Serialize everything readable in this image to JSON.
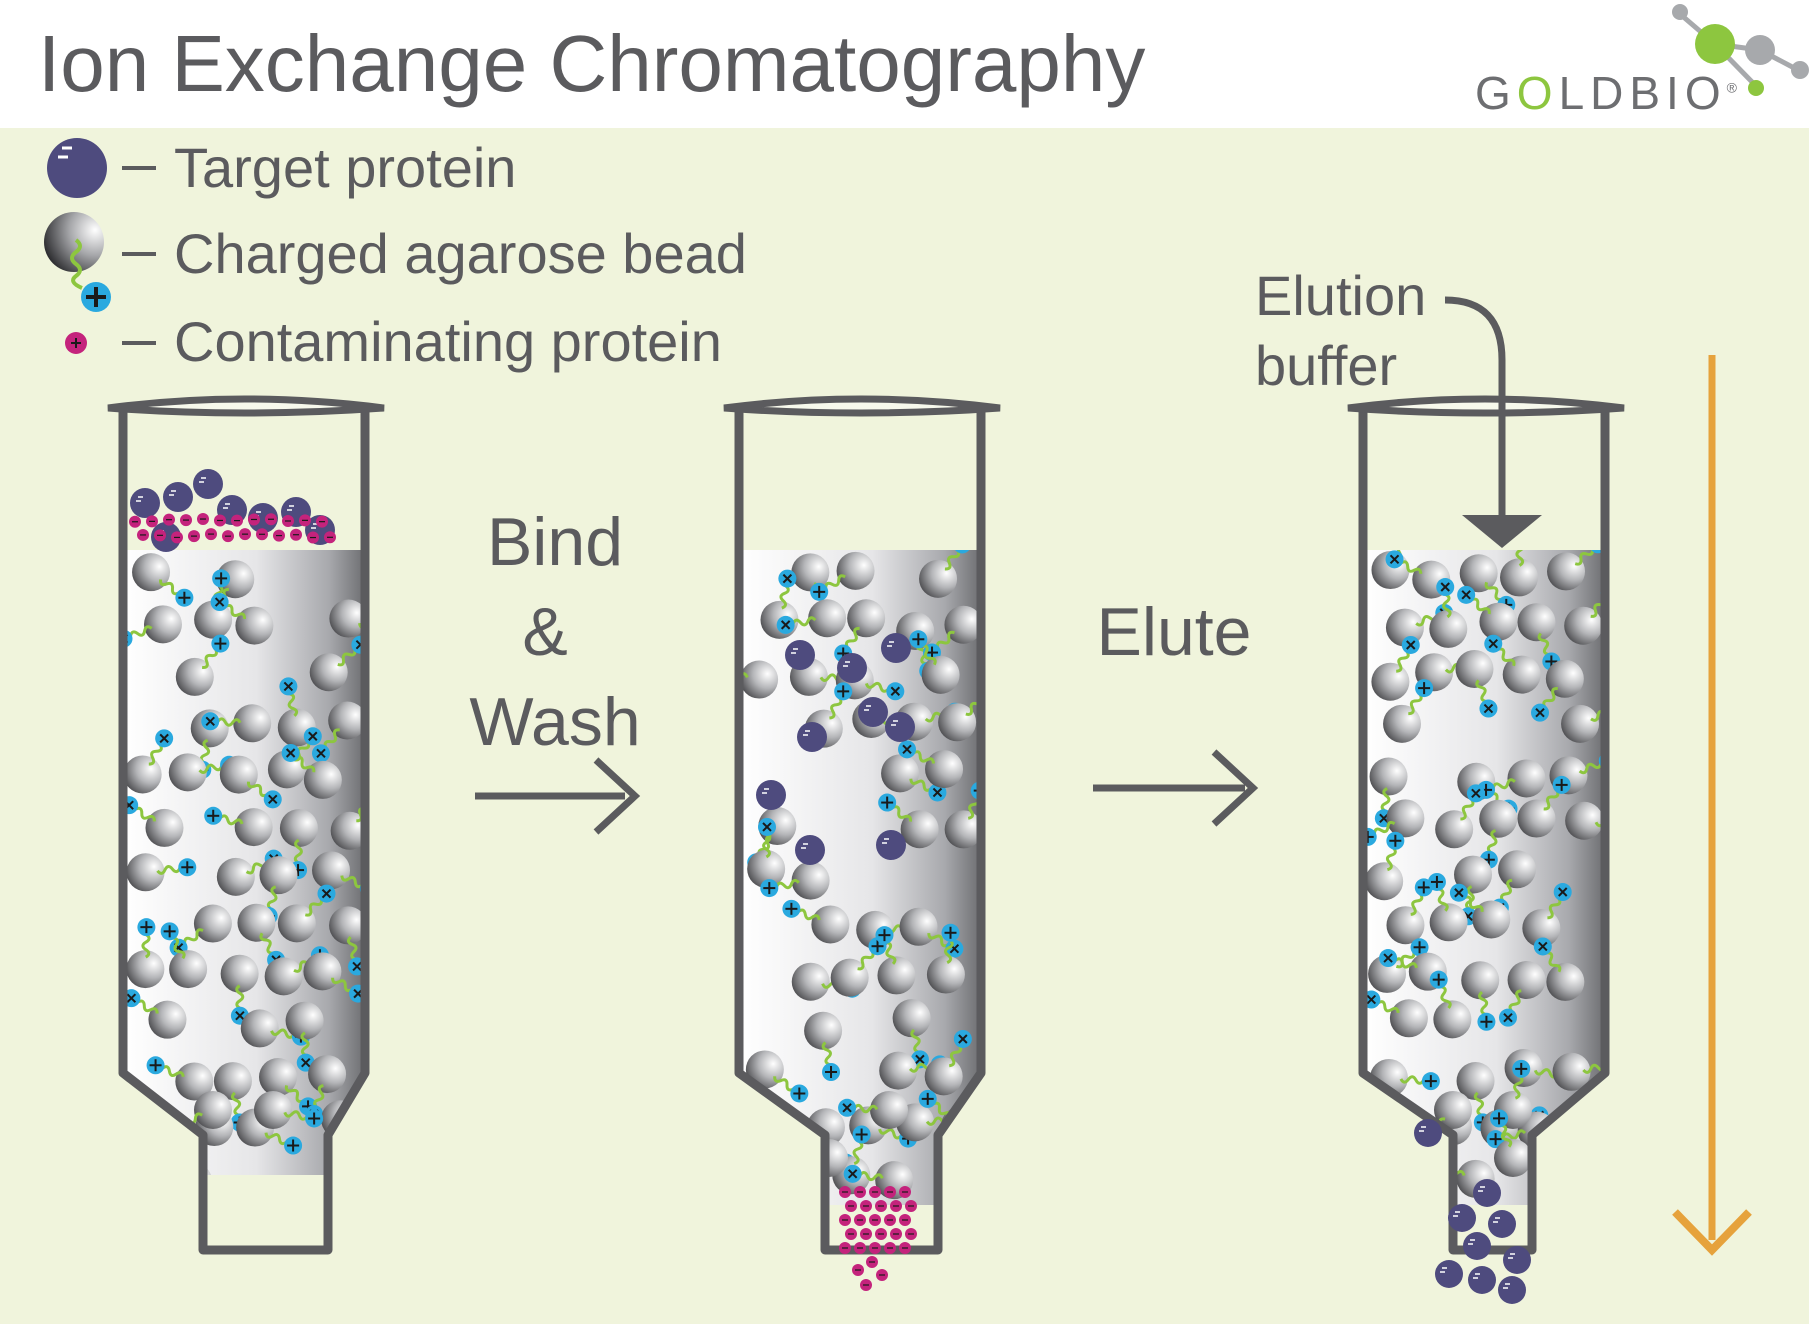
{
  "title": "Ion Exchange Chromatography",
  "logo": {
    "text_before": "G",
    "text_o": "O",
    "text_after": "LDBIO",
    "registered": "®"
  },
  "legend": [
    {
      "icon": "target-protein-icon",
      "label": "Target protein"
    },
    {
      "icon": "charged-bead-icon",
      "label": "Charged agarose bead"
    },
    {
      "icon": "contaminating-protein-icon",
      "label": "Contaminating protein"
    }
  ],
  "steps": {
    "bind_wash": [
      "Bind",
      "&",
      "Wash"
    ],
    "elute": "Elute"
  },
  "elution_buffer": [
    "Elution",
    "buffer"
  ],
  "colors": {
    "background": "#f0f4dc",
    "text": "#5b5b5e",
    "target_protein": "#4e4b7e",
    "contaminant": "#c4237c",
    "ligand": "#2aa9df",
    "linker": "#8dc63f",
    "flow_arrow": "#e6a23c",
    "logo_green": "#8dc63f"
  }
}
